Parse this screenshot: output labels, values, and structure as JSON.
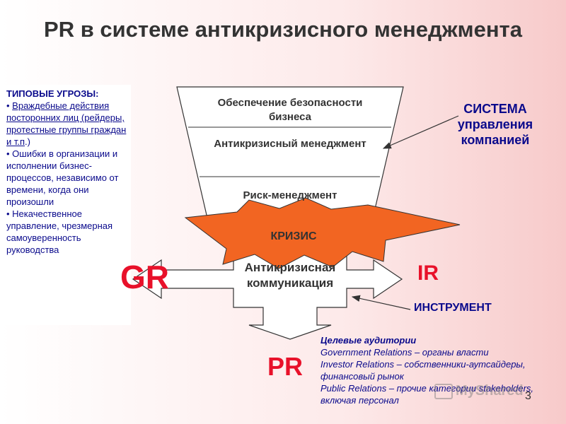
{
  "title": "PR в системе антикризисного менеджмента",
  "threats": {
    "title": "ТИПОВЫЕ УГРОЗЫ:",
    "item1_underlined": "Враждебные действия посторонних лиц (рейдеры, протестные группы граждан и т.п",
    "item1_tail": ".)",
    "item2": "Ошибки в организации и исполнении бизнес-процессов, независимо от времени, когда они произошли",
    "item3": "Некачественное управление, чрезмерная самоуверенность руководства"
  },
  "funnel": {
    "level1": "Обеспечение безопасности бизнеса",
    "level2": "Антикризисный менеджмент",
    "level3": "Риск-менеджмент",
    "crisis": "КРИЗИС",
    "comm": "Антикризисная коммуникация"
  },
  "gr": "GR",
  "ir": "IR",
  "pr": "PR",
  "system_label": "СИСТЕМА управления компанией",
  "instrument_label": "ИНСТРУМЕНТ",
  "audiences": {
    "title": "Целевые аудитории",
    "line1": "Government Relations – органы власти",
    "line2": "Investor Relations – собственники-аутсайдеры, финансовый рынок",
    "line3": "Public Relations – прочие категории stakeholders, включая персонал"
  },
  "slide_number": "3",
  "watermark": "MyShared",
  "colors": {
    "crisis_fill": "#f26522",
    "accent_red": "#e8112a",
    "text_blue": "#0a0a8c"
  }
}
